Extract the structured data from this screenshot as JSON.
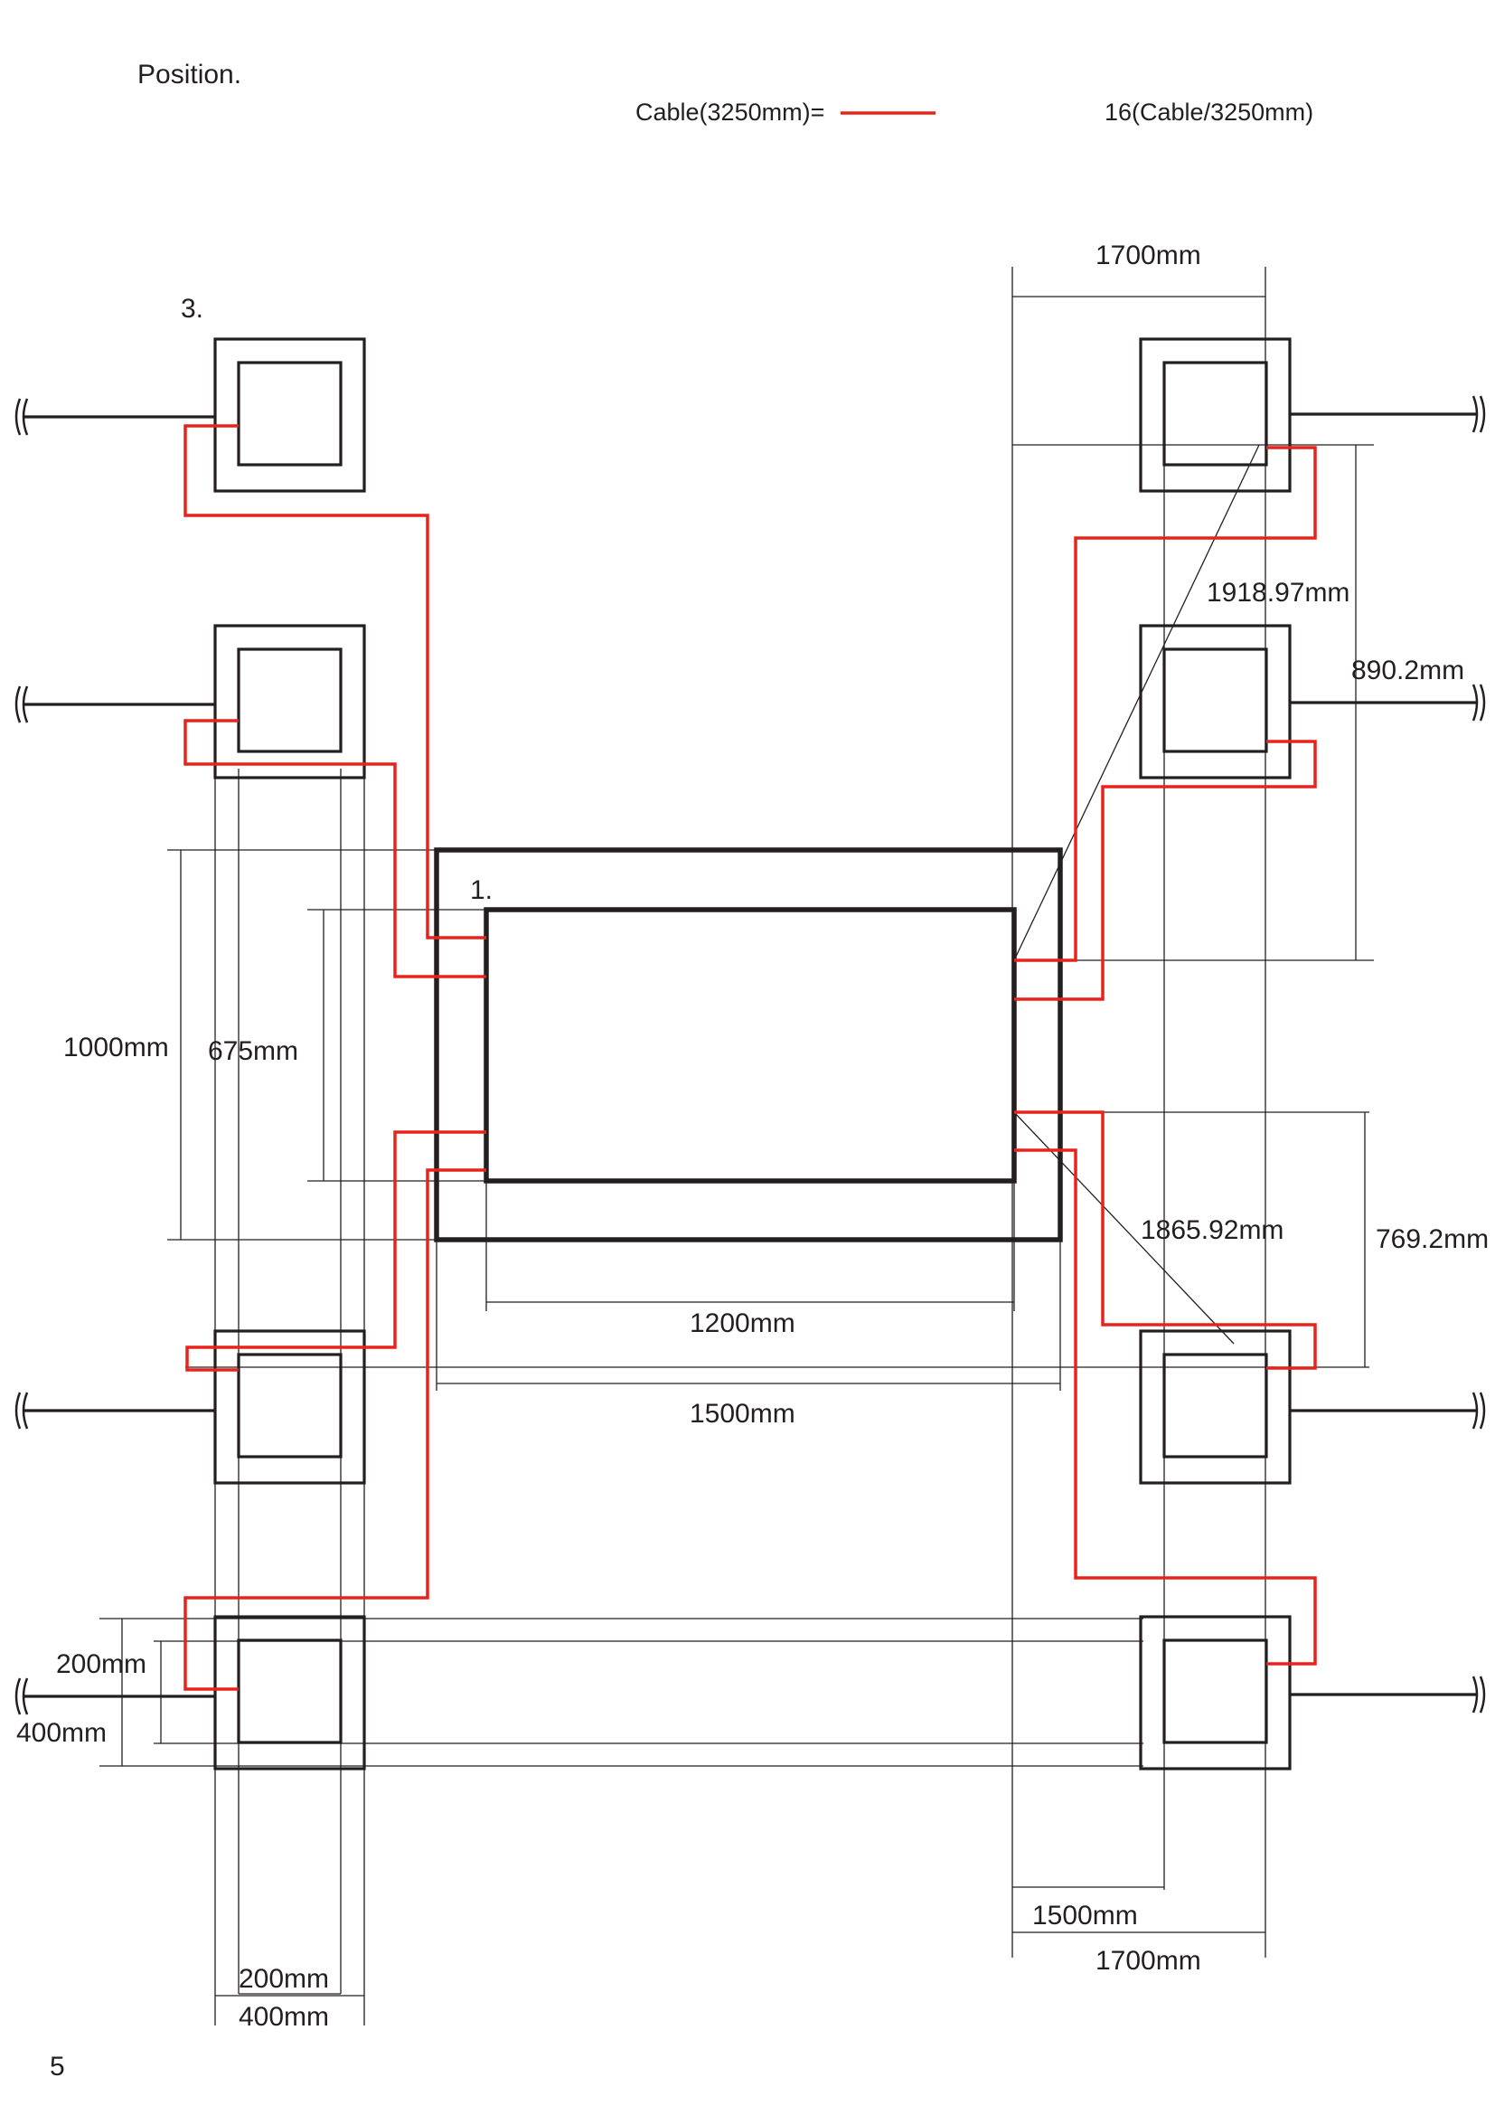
{
  "header": {
    "title": "Position.",
    "legend_label": "Cable(3250mm)=",
    "legend_count": "16(Cable/3250mm)"
  },
  "labels": {
    "section_main": "1.",
    "section_post": "3.",
    "page_number": "5"
  },
  "dimensions": {
    "top_width": "1700mm",
    "bottom_inner": "1500mm",
    "bottom_outer": "1700mm",
    "diag_upper": "1918.97mm",
    "diag_lower": "1865.92mm",
    "vert_upper": "890.2mm",
    "vert_lower": "769.2mm",
    "frame_outer_height": "1000mm",
    "frame_inner_height": "675mm",
    "frame_inner_width": "1200mm",
    "frame_outer_width": "1500mm",
    "post_inner_vertical": "200mm",
    "post_outer_vertical": "400mm",
    "post_inner_horizontal": "200mm",
    "post_outer_horizontal": "400mm"
  },
  "colors": {
    "cable": "#e8231b",
    "line": "#231f20"
  }
}
